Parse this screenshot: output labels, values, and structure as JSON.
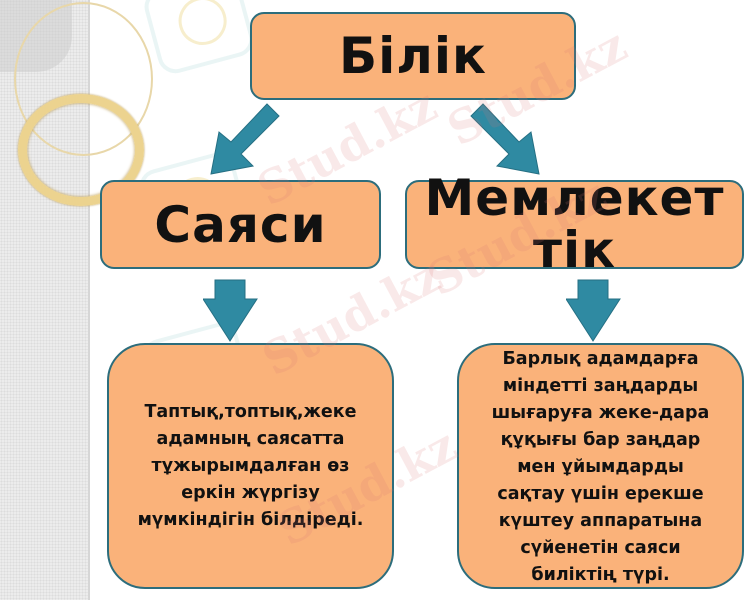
{
  "diagram": {
    "root": {
      "label": "Білік"
    },
    "branches": [
      {
        "label": "Саяси",
        "description": "Таптық,топтық,жеке адамның саясатта тұжырымдалған өз еркін жүргізу мүмкіндігін білдіреді."
      },
      {
        "label": "Мемлекеттік",
        "description": "Барлық адамдарға міндетті заңдарды шығаруға жеке-дара құқығы бар заңдар мен ұйымдарды сақтау үшін ерекше күштеу аппаратына сүйенетін саяси биліктің түрі."
      }
    ]
  },
  "watermarks": [
    "Stud.kz",
    "Stud.kz",
    "Stud.kz",
    "Stud.kz",
    "Stud.kz"
  ],
  "colors": {
    "box_fill": "#fab27a",
    "box_border": "#2c6d7c",
    "arrow": "#2f8aa2",
    "text": "#111111"
  }
}
